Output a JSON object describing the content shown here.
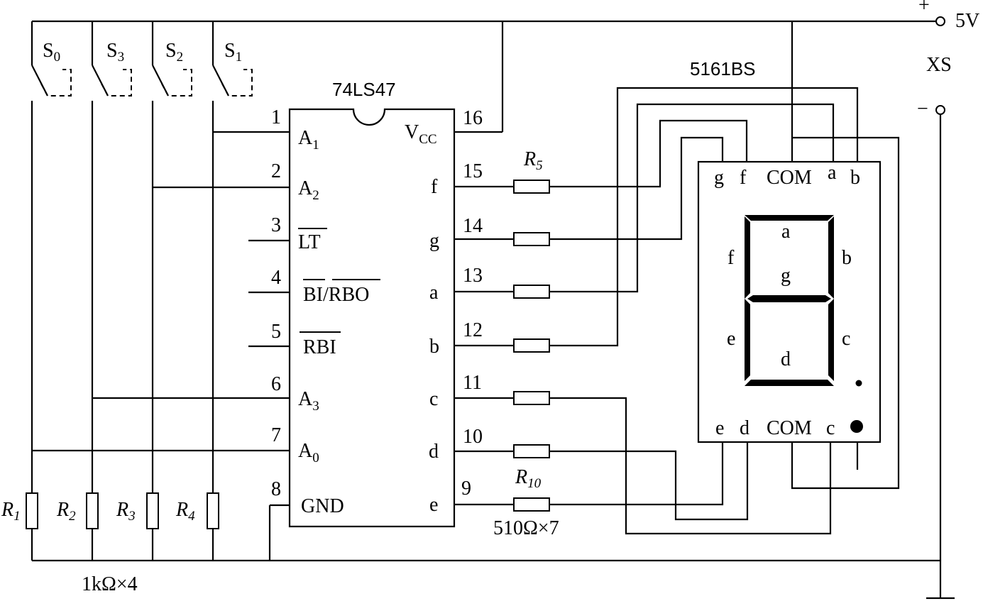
{
  "supply": {
    "plus": "+",
    "minus": "−",
    "voltage": "5V",
    "connector": "XS"
  },
  "switches": [
    {
      "letter": "S",
      "sub": "0"
    },
    {
      "letter": "S",
      "sub": "3"
    },
    {
      "letter": "S",
      "sub": "2"
    },
    {
      "letter": "S",
      "sub": "1"
    }
  ],
  "pulldown_resistors": [
    {
      "letter": "R",
      "sub": "1"
    },
    {
      "letter": "R",
      "sub": "2"
    },
    {
      "letter": "R",
      "sub": "3"
    },
    {
      "letter": "R",
      "sub": "4"
    }
  ],
  "pulldown_value": "1kΩ×4",
  "decoder": {
    "name": "74LS47",
    "left_pins": [
      {
        "num": "1",
        "label": "A",
        "sub": "1"
      },
      {
        "num": "2",
        "label": "A",
        "sub": "2"
      },
      {
        "num": "3",
        "label": "LT",
        "sub": ""
      },
      {
        "num": "4",
        "label": "BI/RBO",
        "sub": ""
      },
      {
        "num": "5",
        "label": "RBI",
        "sub": ""
      },
      {
        "num": "6",
        "label": "A",
        "sub": "3"
      },
      {
        "num": "7",
        "label": "A",
        "sub": "0"
      },
      {
        "num": "8",
        "label": "GND",
        "sub": ""
      }
    ],
    "vcc": {
      "num": "16",
      "label": "V",
      "sub": "CC"
    },
    "right_pins": [
      {
        "num": "15",
        "label": "f"
      },
      {
        "num": "14",
        "label": "g"
      },
      {
        "num": "13",
        "label": "a"
      },
      {
        "num": "12",
        "label": "b"
      },
      {
        "num": "11",
        "label": "c"
      },
      {
        "num": "10",
        "label": "d"
      },
      {
        "num": "9",
        "label": "e"
      }
    ]
  },
  "series_resistors": {
    "first": {
      "letter": "R",
      "sub": "5"
    },
    "last": {
      "letter": "R",
      "sub": "10"
    },
    "value": "510Ω×7"
  },
  "display": {
    "name": "5161BS",
    "top_pins": [
      "g",
      "f",
      "COM",
      "a",
      "b"
    ],
    "bottom_pins": [
      "e",
      "d",
      "COM",
      "c"
    ],
    "segments": [
      "a",
      "b",
      "c",
      "d",
      "e",
      "f",
      "g"
    ]
  }
}
